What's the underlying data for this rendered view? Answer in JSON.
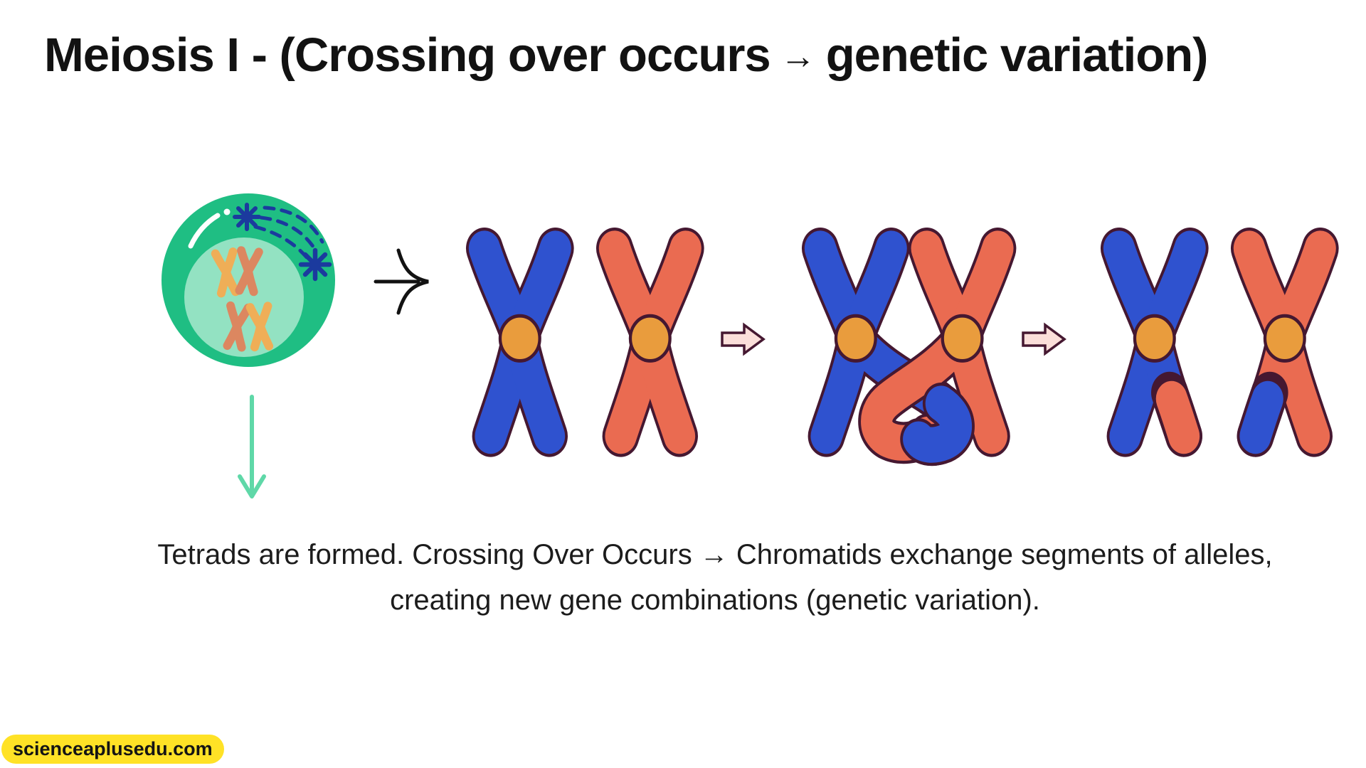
{
  "title": {
    "pre": "Meiosis I - (Crossing over occurs",
    "arrow": "→",
    "post": "genetic variation)"
  },
  "caption": {
    "line1": "Tetrads are formed. Crossing Over Occurs → Chromatids exchange segments of alleles,",
    "line2": "creating new gene combinations (genetic variation)."
  },
  "watermark": "scienceaplusedu.com",
  "colors": {
    "chrom_blue": "#2F52CF",
    "chrom_red": "#EA6B51",
    "centromere": "#E99C3D",
    "outline": "#451831",
    "cell_green": "#1FBE83",
    "nucleus_green": "#93E2C2",
    "spindle_navy": "#1B3A9E",
    "mini_orange": "#DC8760",
    "mini_yellow": "#EFAE57",
    "pink_arrow_fill": "#FBDFDA",
    "green_arrow": "#5FD8A8",
    "watermark_bg": "#FFE226",
    "text": "#1C1C1C"
  }
}
